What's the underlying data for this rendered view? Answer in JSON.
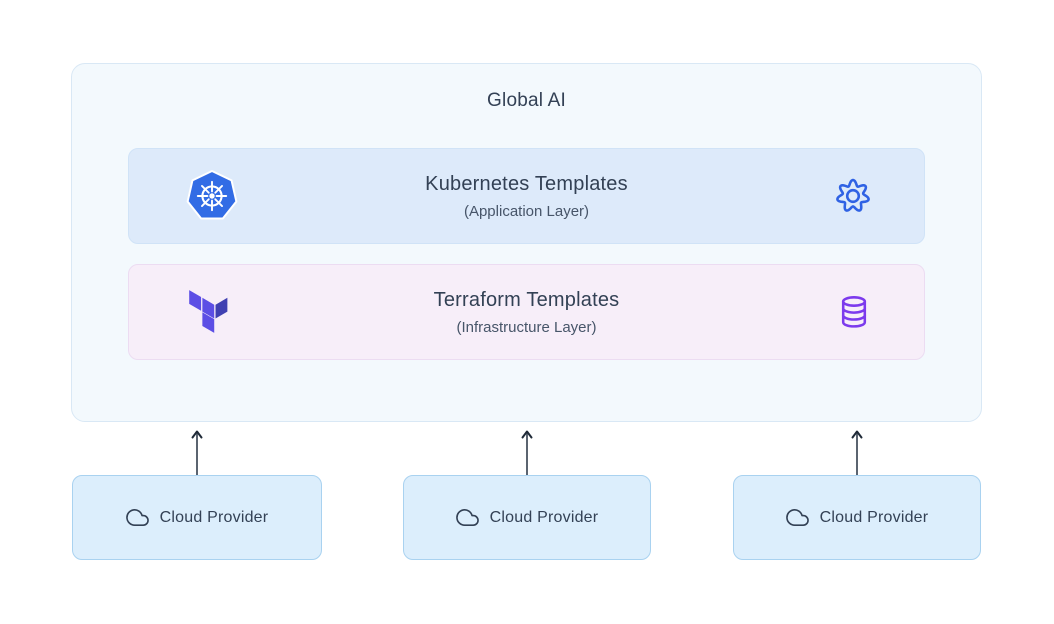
{
  "global": {
    "title": "Global AI"
  },
  "layers": [
    {
      "title": "Kubernetes Templates",
      "subtitle": "(Application Layer)",
      "left_icon": "kubernetes-logo",
      "right_icon": "gear"
    },
    {
      "title": "Terraform Templates",
      "subtitle": "(Infrastructure Layer)",
      "left_icon": "terraform-logo",
      "right_icon": "database"
    }
  ],
  "providers": [
    {
      "label": "Cloud Provider",
      "icon": "cloud"
    },
    {
      "label": "Cloud Provider",
      "icon": "cloud"
    },
    {
      "label": "Cloud Provider",
      "icon": "cloud"
    }
  ],
  "theme": {
    "canvas_bg": "#ffffff",
    "outer_bg": "#f3f9fd",
    "outer_border": "#d9e8f5",
    "k8s_row_bg": "#ddeafa",
    "k8s_row_border": "#d0e3f7",
    "tf_row_bg": "#f7eef9",
    "tf_row_border": "#ecdcf2",
    "cloud_box_bg": "#dceefc",
    "cloud_box_border": "#a9d2f0",
    "text_primary": "#334155",
    "text_secondary": "#475569",
    "kubernetes_blue": "#326ce5",
    "gear_blue": "#2f62e4",
    "terraform_purple": "#5c4ee5",
    "terraform_purple_dark": "#4040b2",
    "database_violet": "#7c3aed",
    "arrow_gray": "#5b6470",
    "arrow_head": "#1f2937"
  }
}
